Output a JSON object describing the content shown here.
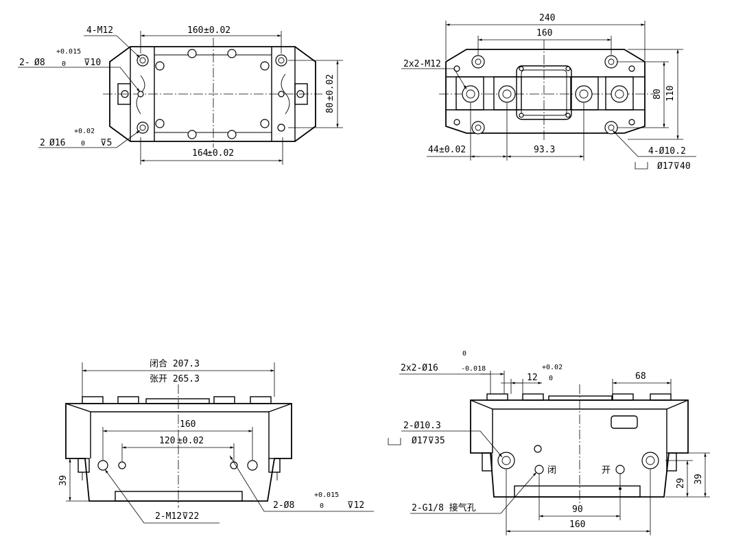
{
  "top_left": {
    "label_4m12": "4-M12",
    "dim_160": "160",
    "tol_160": "±0.02",
    "label_2d8": "2-",
    "d8_value": "Ø8",
    "d8_upper": "+0.015",
    "d8_lower": "0",
    "d8_depth": "⊽10",
    "label_2d16": "2",
    "d16_value": "Ø16",
    "d16_upper": "+0.02",
    "d16_lower": "0",
    "d16_depth": "⊽5",
    "dim_164": "164",
    "tol_164": "±0.02",
    "dim_80": "80",
    "tol_80": "±0.02"
  },
  "top_right": {
    "dim_240": "240",
    "dim_160": "160",
    "label_2x2m12": "2x2-M12",
    "dim_80": "80",
    "dim_110": "110",
    "dim_44": "44",
    "tol_44": "±0.02",
    "dim_933": "93.3",
    "label_4d102": "4-Ø10.2",
    "cbore": "Ø17⊽40"
  },
  "bottom_left": {
    "closed": "闭合 207.3",
    "open": "张开 265.3",
    "dim_160": "160",
    "dim_120": "120",
    "tol_120": "±0.02",
    "dim_39": "39",
    "label_m12": "2-M12⊽22",
    "label_d8": "2-Ø8",
    "d8_upper": "+0.015",
    "d8_lower": "0",
    "d8_depth": "⊽12"
  },
  "bottom_right": {
    "label_2x2d16": "2x2-Ø16",
    "d16_upper": "0",
    "d16_lower": "-0.018",
    "dim_12": "12",
    "dim_12_upper": "+0.02",
    "dim_12_lower": "0",
    "dim_68": "68",
    "label_2d103": "2-Ø10.3",
    "cbore": "Ø17⊽35",
    "close": "闭",
    "open": "开",
    "dim_29": "29",
    "dim_39": "39",
    "label_g18": "2-G1/8 接气孔",
    "dim_90": "90",
    "dim_160": "160"
  }
}
